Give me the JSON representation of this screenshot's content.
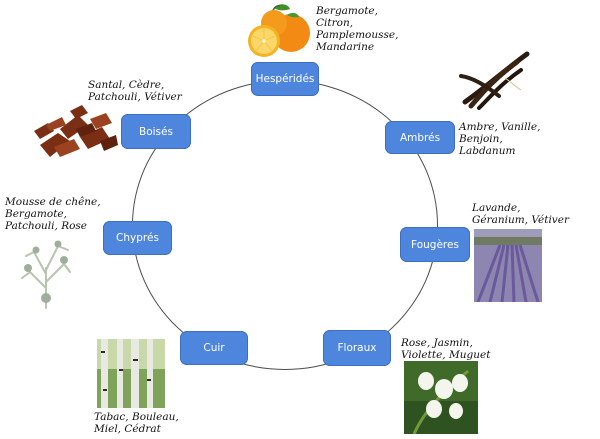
{
  "nodes": {
    "hesperides": "Hespéridés",
    "ambres": "Ambrés",
    "fougeres": "Fougères",
    "floraux": "Floraux",
    "cuir": "Cuir",
    "chypres": "Chyprés",
    "boises": "Boisés"
  },
  "notes": {
    "hesperides": "Bergamote,\nCitron,\nPamplemousse,\nMandarine",
    "ambres": "Ambre, Vanille,\nBenjoin,\nLabdanum",
    "fougeres": "Lavande,\nGéranium, Vétiver",
    "floraux": "Rose, Jasmin,\nViolette, Muguet",
    "cuir": "Tabac, Bouleau,\nMiel, Cédrat",
    "chypres": "Mousse de chêne,\nBergamote,\nPatchouli, Rose",
    "boises": "Santal, Cèdre,\nPatchouli, Vétiver"
  },
  "icons": {
    "hesperides": "oranges-image",
    "ambres": "vanilla-pods-image",
    "fougeres": "lavender-field-image",
    "floraux": "lily-of-the-valley-image",
    "cuir": "birch-forest-image",
    "chypres": "oakmoss-image",
    "boises": "sandalwood-chips-image"
  }
}
